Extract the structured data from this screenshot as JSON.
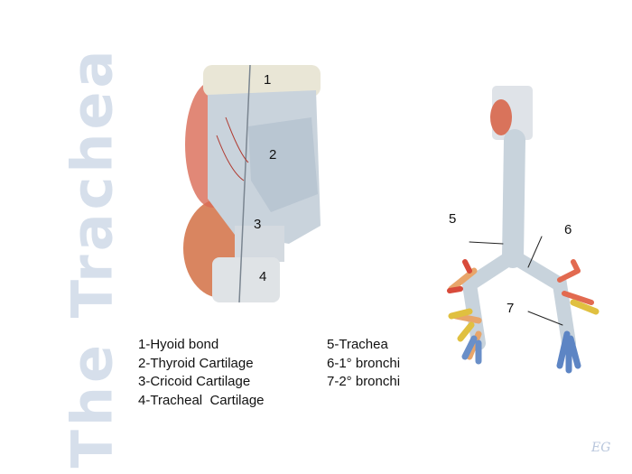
{
  "title": "The Trachea",
  "larynx_labels": [
    "1",
    "2",
    "3",
    "4"
  ],
  "trachea_labels": [
    "5",
    "6",
    "7"
  ],
  "legend_left": [
    "1-Hyoid bond",
    "2-Thyroid Cartilage",
    "3-Cricoid Cartilage",
    "4-Tracheal  Cartilage"
  ],
  "legend_right": [
    "5-Trachea",
    "6-1° bronchi",
    "7-2° bronchi"
  ],
  "signature": "EG"
}
